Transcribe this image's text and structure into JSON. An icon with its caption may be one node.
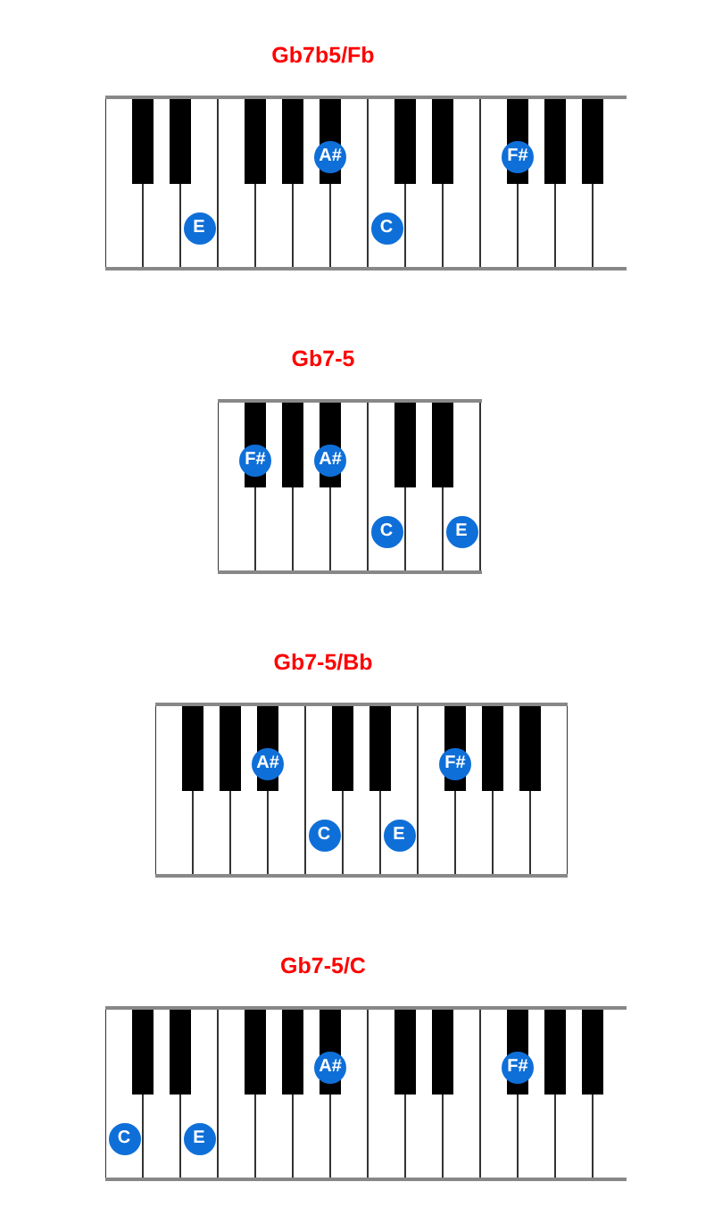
{
  "diagram": {
    "nodes": [
      {
        "text": [
          "Gb7b5/Fb"
        ]
      },
      {
        "text": [
          "E"
        ],
        "in": 0
      },
      {
        "text": [
          "A#"
        ],
        "in": 0
      },
      {
        "text": [
          "C"
        ],
        "in": 0
      },
      {
        "text": [
          "F#"
        ],
        "in": 0
      },
      {
        "text": [
          "Gb7-5"
        ]
      },
      {
        "text": [
          "F#"
        ],
        "in": 5
      },
      {
        "text": [
          "A#"
        ],
        "in": 5
      },
      {
        "text": [
          "C"
        ],
        "in": 5
      },
      {
        "text": [
          "E"
        ],
        "in": 5
      },
      {
        "text": [
          "Gb7-5/Bb"
        ]
      },
      {
        "text": [
          "A#"
        ],
        "in": 10
      },
      {
        "text": [
          "C"
        ],
        "in": 10
      },
      {
        "text": [
          "E"
        ],
        "in": 10
      },
      {
        "text": [
          "F#"
        ],
        "in": 10
      },
      {
        "text": [
          "Gb7-5/C"
        ]
      },
      {
        "text": [
          "C"
        ],
        "in": 15
      },
      {
        "text": [
          "E"
        ],
        "in": 15
      },
      {
        "text": [
          "A#"
        ],
        "in": 15
      },
      {
        "text": [
          "F#"
        ],
        "in": 15
      }
    ]
  }
}
